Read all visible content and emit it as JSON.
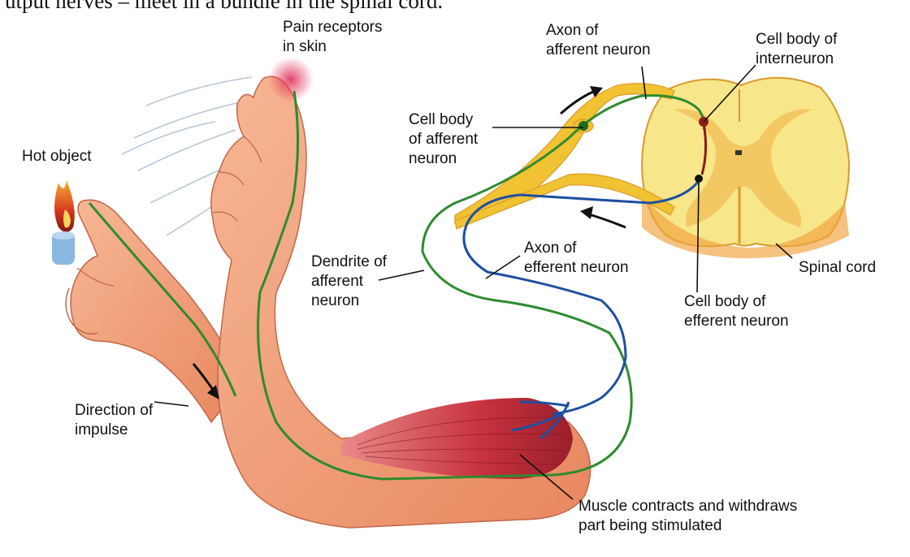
{
  "caption": "utput nerves – meet in a bundle in the spinal cord.",
  "labels": {
    "pain_receptors": [
      "Pain receptors",
      "in skin"
    ],
    "hot_object": [
      "Hot object"
    ],
    "axon_afferent": [
      "Axon of",
      "afferent neuron"
    ],
    "cell_body_interneuron": [
      "Cell body of",
      "interneuron"
    ],
    "cell_body_afferent": [
      "Cell body",
      "of afferent",
      "neuron"
    ],
    "dendrite_afferent": [
      "Dendrite of",
      "afferent",
      "neuron"
    ],
    "axon_efferent": [
      "Axon of",
      "efferent neuron"
    ],
    "spinal_cord": [
      "Spinal cord"
    ],
    "cell_body_efferent": [
      "Cell body of",
      "efferent neuron"
    ],
    "direction_impulse": [
      "Direction of",
      "impulse"
    ],
    "muscle_contracts": [
      "Muscle contracts and withdraws",
      "part being stimulated"
    ]
  },
  "colors": {
    "skin": "#f2a27a",
    "skin_shadow": "#d9775a",
    "muscle": "#c8323f",
    "afferent_nerve": "#2e8b2e",
    "efferent_nerve": "#1e4fa0",
    "nerve_sheath": "#f1c232",
    "spinal_white": "#f8e68a",
    "spinal_gray": "#f2c25a",
    "flame": "#d9341e",
    "candle": "#8ab8e0",
    "leader": "#111111"
  }
}
